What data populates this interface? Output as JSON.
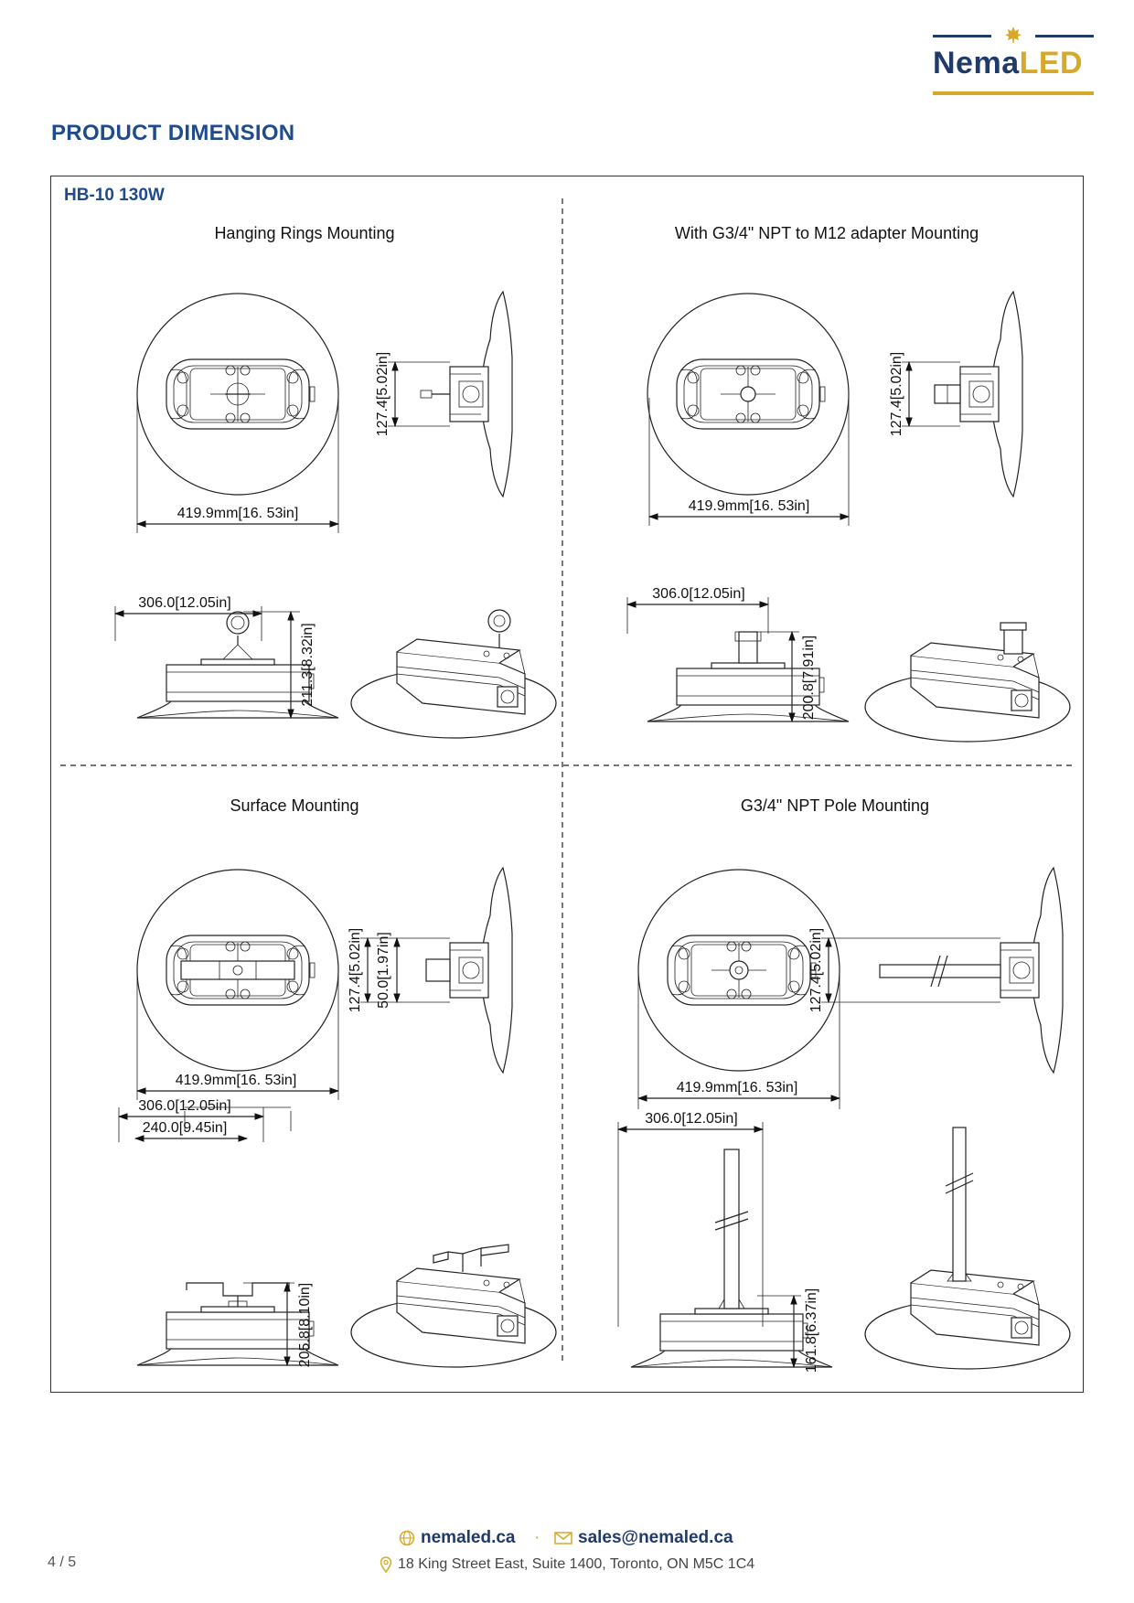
{
  "brand": {
    "name_part1": "Nema",
    "name_part2": "LED",
    "colors": {
      "navy": "#1f3a6b",
      "gold": "#d7a92a",
      "heading_blue": "#1f4a8c"
    }
  },
  "section_title": "PRODUCT DIMENSION",
  "model": "HB-10 130W",
  "quadrants": [
    {
      "title": "Hanging Rings Mounting",
      "dims": {
        "diameter": "419.9mm[16. 53in]",
        "side_height": "127.4[5.02in]",
        "body_width": "306.0[12.05in]",
        "total_height": "211.3[8.32in]"
      }
    },
    {
      "title": "With G3/4\" NPT to M12 adapter Mounting",
      "dims": {
        "diameter": "419.9mm[16. 53in]",
        "side_height": "127.4[5.02in]",
        "body_width": "306.0[12.05in]",
        "total_height": "200.8[7.91in]"
      }
    },
    {
      "title": "Surface Mounting",
      "dims": {
        "diameter": "419.9mm[16. 53in]",
        "side_height": "127.4[5.02in]",
        "bracket_height": "50.0[1.97in]",
        "body_width": "306.0[12.05in]",
        "bracket_width": "240.0[9.45in]",
        "total_height": "205.8[8.10in]"
      }
    },
    {
      "title": "G3/4\" NPT Pole Mounting",
      "dims": {
        "diameter": "419.9mm[16. 53in]",
        "side_height": "127.4[5.02in]",
        "body_width": "306.0[12.05in]",
        "total_height": "161.8[6.37in]"
      }
    }
  ],
  "footer": {
    "website": "nemaled.ca",
    "separator": "·",
    "email": "sales@nemaled.ca",
    "address": "18 King Street East, Suite 1400, Toronto, ON M5C 1C4",
    "page": "4 / 5"
  }
}
